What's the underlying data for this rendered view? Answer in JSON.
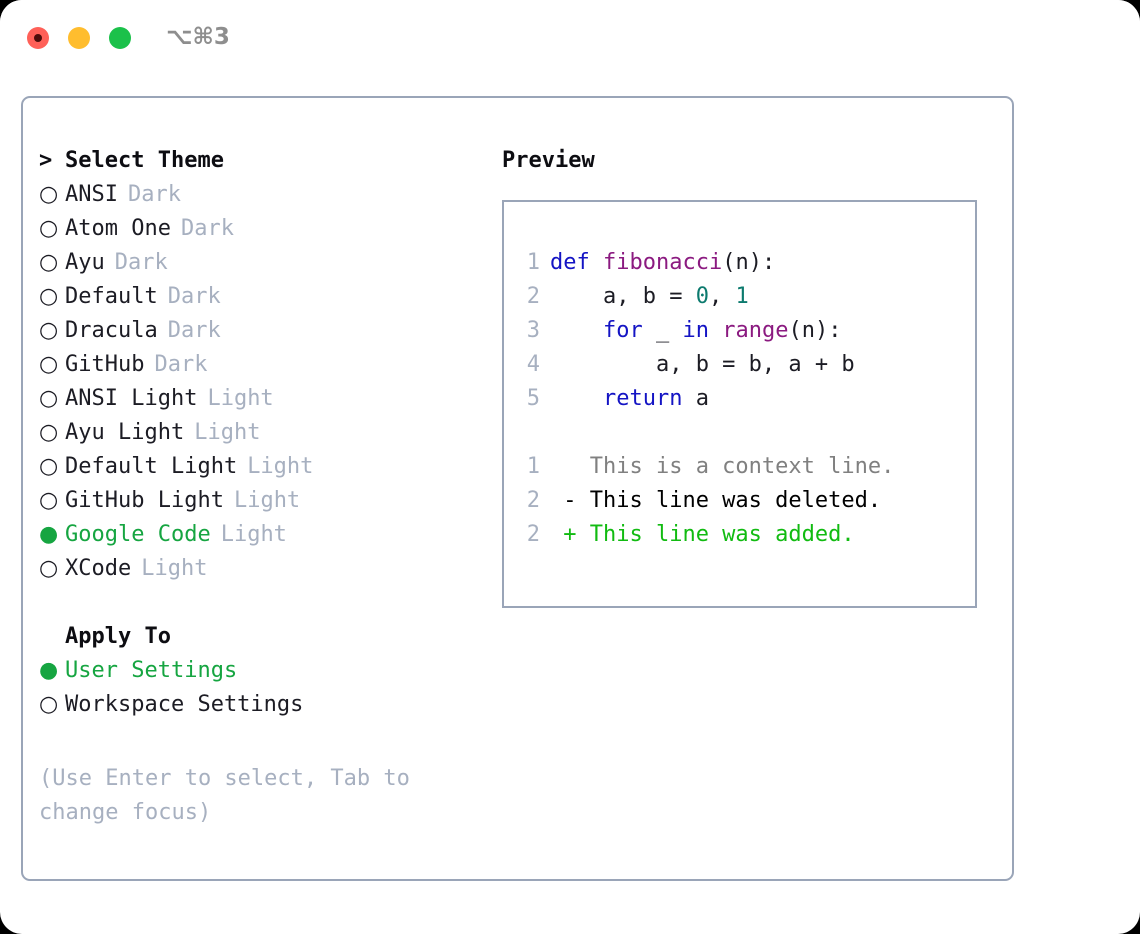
{
  "window": {
    "shortcut": "⌥⌘3",
    "traffic_lights": [
      {
        "name": "close",
        "color": "#ff6058"
      },
      {
        "name": "minimize",
        "color": "#ffbd2e"
      },
      {
        "name": "maximize",
        "color": "#1bc14a"
      }
    ]
  },
  "colors": {
    "accent_green": "#16a541",
    "muted": "#a7b0c0",
    "border": "#9aa5b8",
    "text": "#1c1c24",
    "keyword": "#1414c4",
    "function": "#8b1a80",
    "number": "#0c7a6e",
    "diff_delete": "#cc1111",
    "diff_add": "#11bb11",
    "diff_context": "#808080"
  },
  "theme_list": {
    "header": {
      "prompt": "> ",
      "label": "Select Theme"
    },
    "bullet_selected": "●",
    "bullet_unselected": "○",
    "items": [
      {
        "name": "ANSI",
        "tag": "Dark",
        "selected": false
      },
      {
        "name": "Atom One",
        "tag": "Dark",
        "selected": false
      },
      {
        "name": "Ayu",
        "tag": "Dark",
        "selected": false
      },
      {
        "name": "Default",
        "tag": "Dark",
        "selected": false
      },
      {
        "name": "Dracula",
        "tag": "Dark",
        "selected": false
      },
      {
        "name": "GitHub",
        "tag": "Dark",
        "selected": false
      },
      {
        "name": "ANSI Light",
        "tag": "Light",
        "selected": false
      },
      {
        "name": "Ayu Light",
        "tag": "Light",
        "selected": false
      },
      {
        "name": "Default Light",
        "tag": "Light",
        "selected": false
      },
      {
        "name": "GitHub Light",
        "tag": "Light",
        "selected": false
      },
      {
        "name": "Google Code",
        "tag": "Light",
        "selected": true
      },
      {
        "name": "XCode",
        "tag": "Light",
        "selected": false
      }
    ]
  },
  "apply_to": {
    "label": "Apply To",
    "items": [
      {
        "name": "User Settings",
        "selected": true
      },
      {
        "name": "Workspace Settings",
        "selected": false
      }
    ]
  },
  "hint": "(Use Enter to select, Tab to change focus)",
  "preview": {
    "title": "Preview",
    "code_lines": [
      {
        "lineno": "1",
        "tokens": [
          {
            "t": "def",
            "c": "kw"
          },
          {
            "t": " ",
            "c": "plain"
          },
          {
            "t": "fibonacci",
            "c": "fn"
          },
          {
            "t": "(n):",
            "c": "plain"
          }
        ]
      },
      {
        "lineno": "2",
        "tokens": [
          {
            "t": "    a, b = ",
            "c": "plain"
          },
          {
            "t": "0",
            "c": "num"
          },
          {
            "t": ", ",
            "c": "plain"
          },
          {
            "t": "1",
            "c": "num"
          }
        ]
      },
      {
        "lineno": "3",
        "tokens": [
          {
            "t": "    ",
            "c": "plain"
          },
          {
            "t": "for",
            "c": "kw"
          },
          {
            "t": " _ ",
            "c": "plain"
          },
          {
            "t": "in",
            "c": "kw"
          },
          {
            "t": " ",
            "c": "plain"
          },
          {
            "t": "range",
            "c": "fn"
          },
          {
            "t": "(n):",
            "c": "plain"
          }
        ]
      },
      {
        "lineno": "4",
        "tokens": [
          {
            "t": "        a, b = b, a + b",
            "c": "plain"
          }
        ]
      },
      {
        "lineno": "5",
        "tokens": [
          {
            "t": "    ",
            "c": "plain"
          },
          {
            "t": "return",
            "c": "kw"
          },
          {
            "t": " a",
            "c": "plain"
          }
        ]
      }
    ],
    "diff_lines": [
      {
        "lineno": "1",
        "marker": " ",
        "text": " This is a context line.",
        "kind": "context"
      },
      {
        "lineno": "2",
        "marker": "-",
        "text": " This line was deleted.",
        "kind": "delete"
      },
      {
        "lineno": "2",
        "marker": "+",
        "text": " This line was added.",
        "kind": "add"
      }
    ]
  }
}
